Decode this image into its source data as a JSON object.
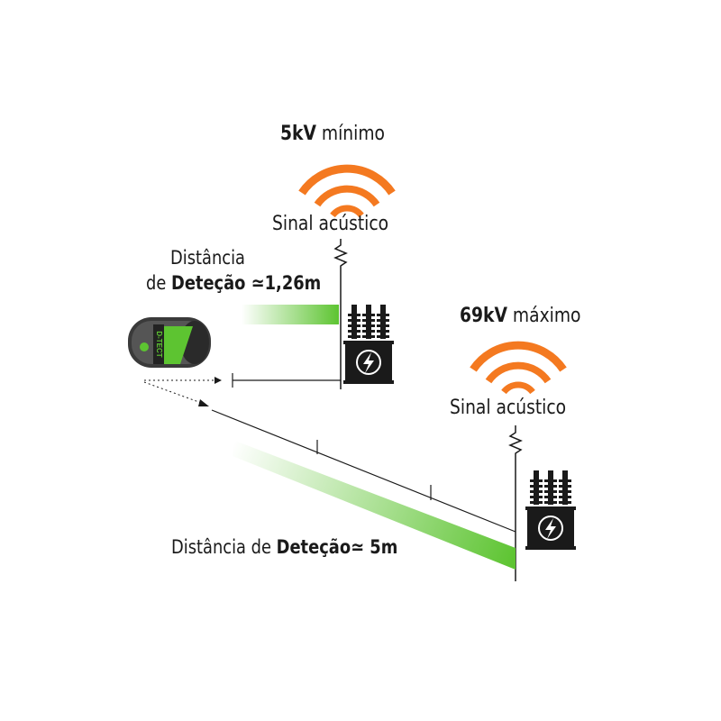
{
  "top": {
    "voltage": "5kV",
    "voltage_suffix": "mínimo",
    "signal_label": "Sinal acústico"
  },
  "right": {
    "voltage": "69kV",
    "voltage_suffix": "máximo",
    "signal_label": "Sinal acústico"
  },
  "near_distance": {
    "line1": "Distância",
    "prefix": "de ",
    "bold": "Deteção",
    "value": " ≃1,26m"
  },
  "far_distance": {
    "prefix": "Distância de ",
    "bold": "Deteção",
    "value": "≃ 5m"
  },
  "device": {
    "brand": "D-TECT"
  },
  "colors": {
    "wave": "#f47920",
    "green": "#5dc431",
    "dark": "#1a1a1a"
  }
}
